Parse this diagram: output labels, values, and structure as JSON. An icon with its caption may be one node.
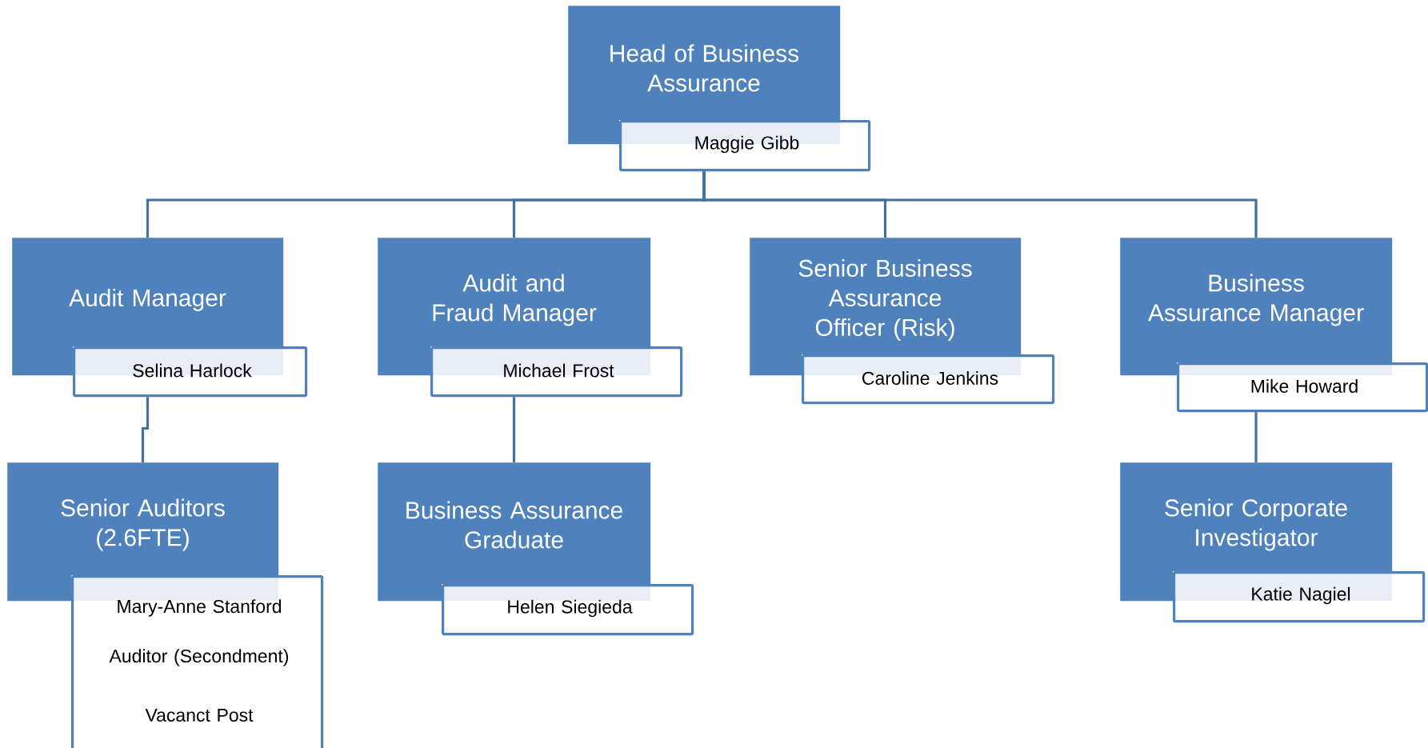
{
  "diagram": {
    "nodes": [
      {
        "text": [
          "Head of Business Assurance"
        ]
      },
      {
        "text": [
          "Maggie Gibb"
        ]
      },
      {
        "text": [
          "Audit Manager"
        ]
      },
      {
        "text": [
          "Selina Harlock"
        ]
      },
      {
        "text": [
          "Audit and Fraud Manager"
        ]
      },
      {
        "text": [
          "Michael Frost"
        ]
      },
      {
        "text": [
          "Senior Business Assurance Officer (Risk)"
        ]
      },
      {
        "text": [
          "Caroline Jenkins"
        ]
      },
      {
        "text": [
          "Business Assurance Manager"
        ]
      },
      {
        "text": [
          "Mike Howard"
        ]
      },
      {
        "text": [
          "Senior Auditors (2.6FTE)"
        ]
      },
      {
        "text": [
          "Mary-Anne Stanford",
          "Auditor (Secondment)",
          "Vacanct Post"
        ]
      },
      {
        "text": [
          "Business Assurance Graduate"
        ]
      },
      {
        "text": [
          "Helen Siegieda"
        ]
      },
      {
        "text": [
          "Senior Corporate Investigator"
        ]
      },
      {
        "text": [
          "Katie Nagiel"
        ]
      }
    ],
    "edges": [
      {
        "from": 1,
        "to": 2,
        "arrow": "none"
      },
      {
        "from": 1,
        "to": 4,
        "arrow": "none"
      },
      {
        "from": 1,
        "to": 6,
        "arrow": "none"
      },
      {
        "from": 1,
        "to": 8,
        "arrow": "none"
      },
      {
        "from": 3,
        "to": 10,
        "arrow": "none"
      },
      {
        "from": 5,
        "to": 12,
        "arrow": "none"
      },
      {
        "from": 9,
        "to": 14,
        "arrow": "none"
      }
    ]
  }
}
